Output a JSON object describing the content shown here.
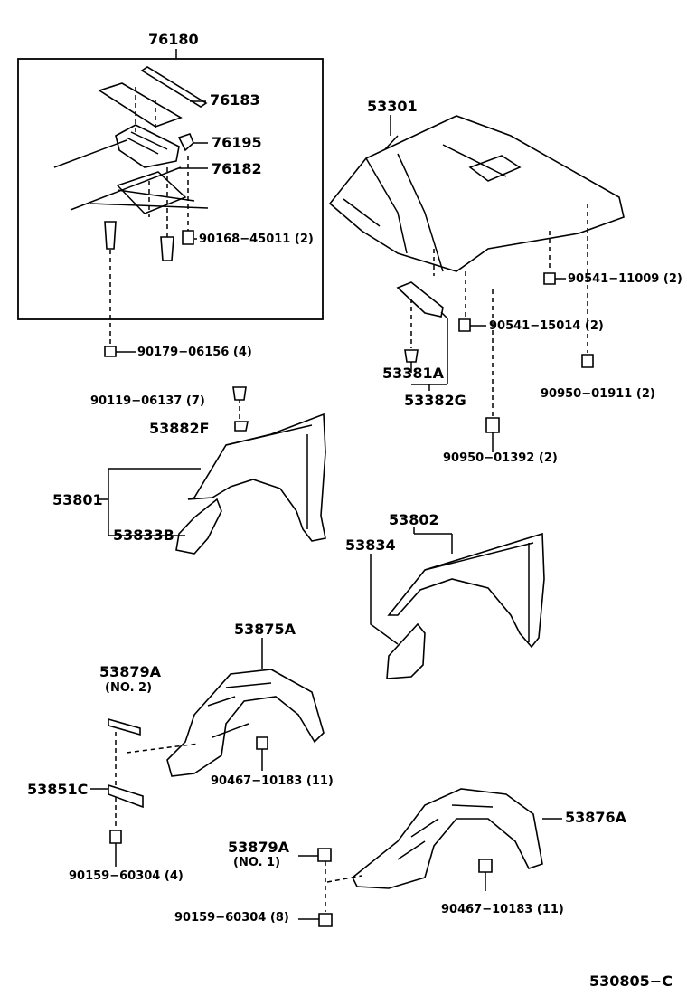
{
  "callouts": {
    "c76180": "76180",
    "c76183": "76183",
    "c76195": "76195",
    "c76182": "76182",
    "c90168": "90168−45011 (2)",
    "c90179": "90179−06156 (4)",
    "c53301": "53301",
    "c90541a": "90541−11009 (2)",
    "c90541b": "90541−15014 (2)",
    "c53381A": "53381A",
    "c53382G": "53382G",
    "c90950a": "90950−01911 (2)",
    "c90119": "90119−06137 (7)",
    "c53882F": "53882F",
    "c90950b": "90950−01392 (2)",
    "c53801": "53801",
    "c53833B": "53833B",
    "c53802": "53802",
    "c53834": "53834",
    "c53875A": "53875A",
    "c53879A2": "53879A",
    "c53879A2n": "(NO. 2)",
    "c90467a": "90467−10183 (11)",
    "c53851C": "53851C",
    "c90159a": "90159−60304 (4)",
    "c53876A": "53876A",
    "c53879A1": "53879A",
    "c53879A1n": "(NO. 1)",
    "c90467b": "90467−10183 (11)",
    "c90159b": "90159−60304 (8)",
    "ref": "530805−C"
  }
}
